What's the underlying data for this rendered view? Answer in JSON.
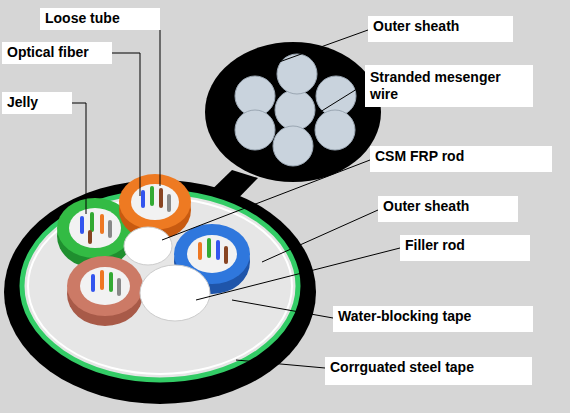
{
  "diagram": {
    "labels": [
      "Loose tube",
      "Optical fiber",
      "Jelly",
      "Outer sheath",
      "Stranded mesenger wire",
      "CSM FRP rod",
      "Outer sheath",
      "Filler rod",
      "Water-blocking tape",
      "Corrguated steel tape"
    ]
  }
}
